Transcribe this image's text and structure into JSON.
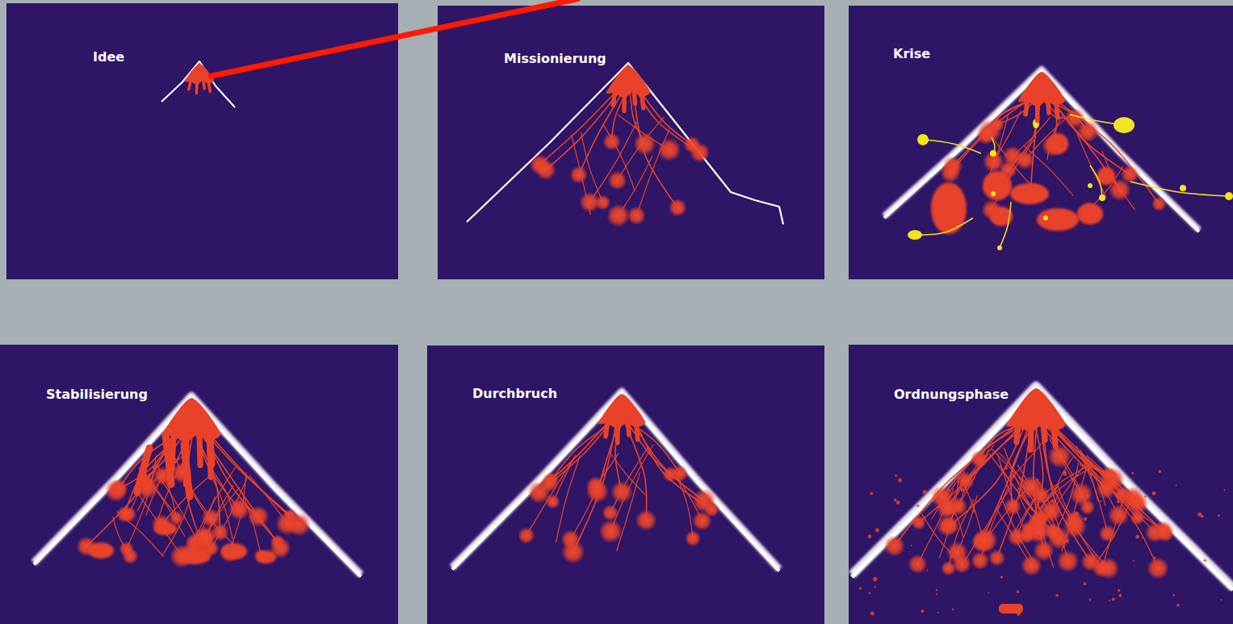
{
  "diagram": {
    "nodes": [
      {
        "text": [
          "Idee"
        ]
      },
      {
        "text": [
          "Missionierung"
        ]
      },
      {
        "text": [
          "Krise"
        ]
      },
      {
        "text": [
          "Stabilisierung"
        ]
      },
      {
        "text": [
          "Durchbruch"
        ]
      },
      {
        "text": [
          "Ordnungsphase"
        ]
      }
    ]
  }
}
